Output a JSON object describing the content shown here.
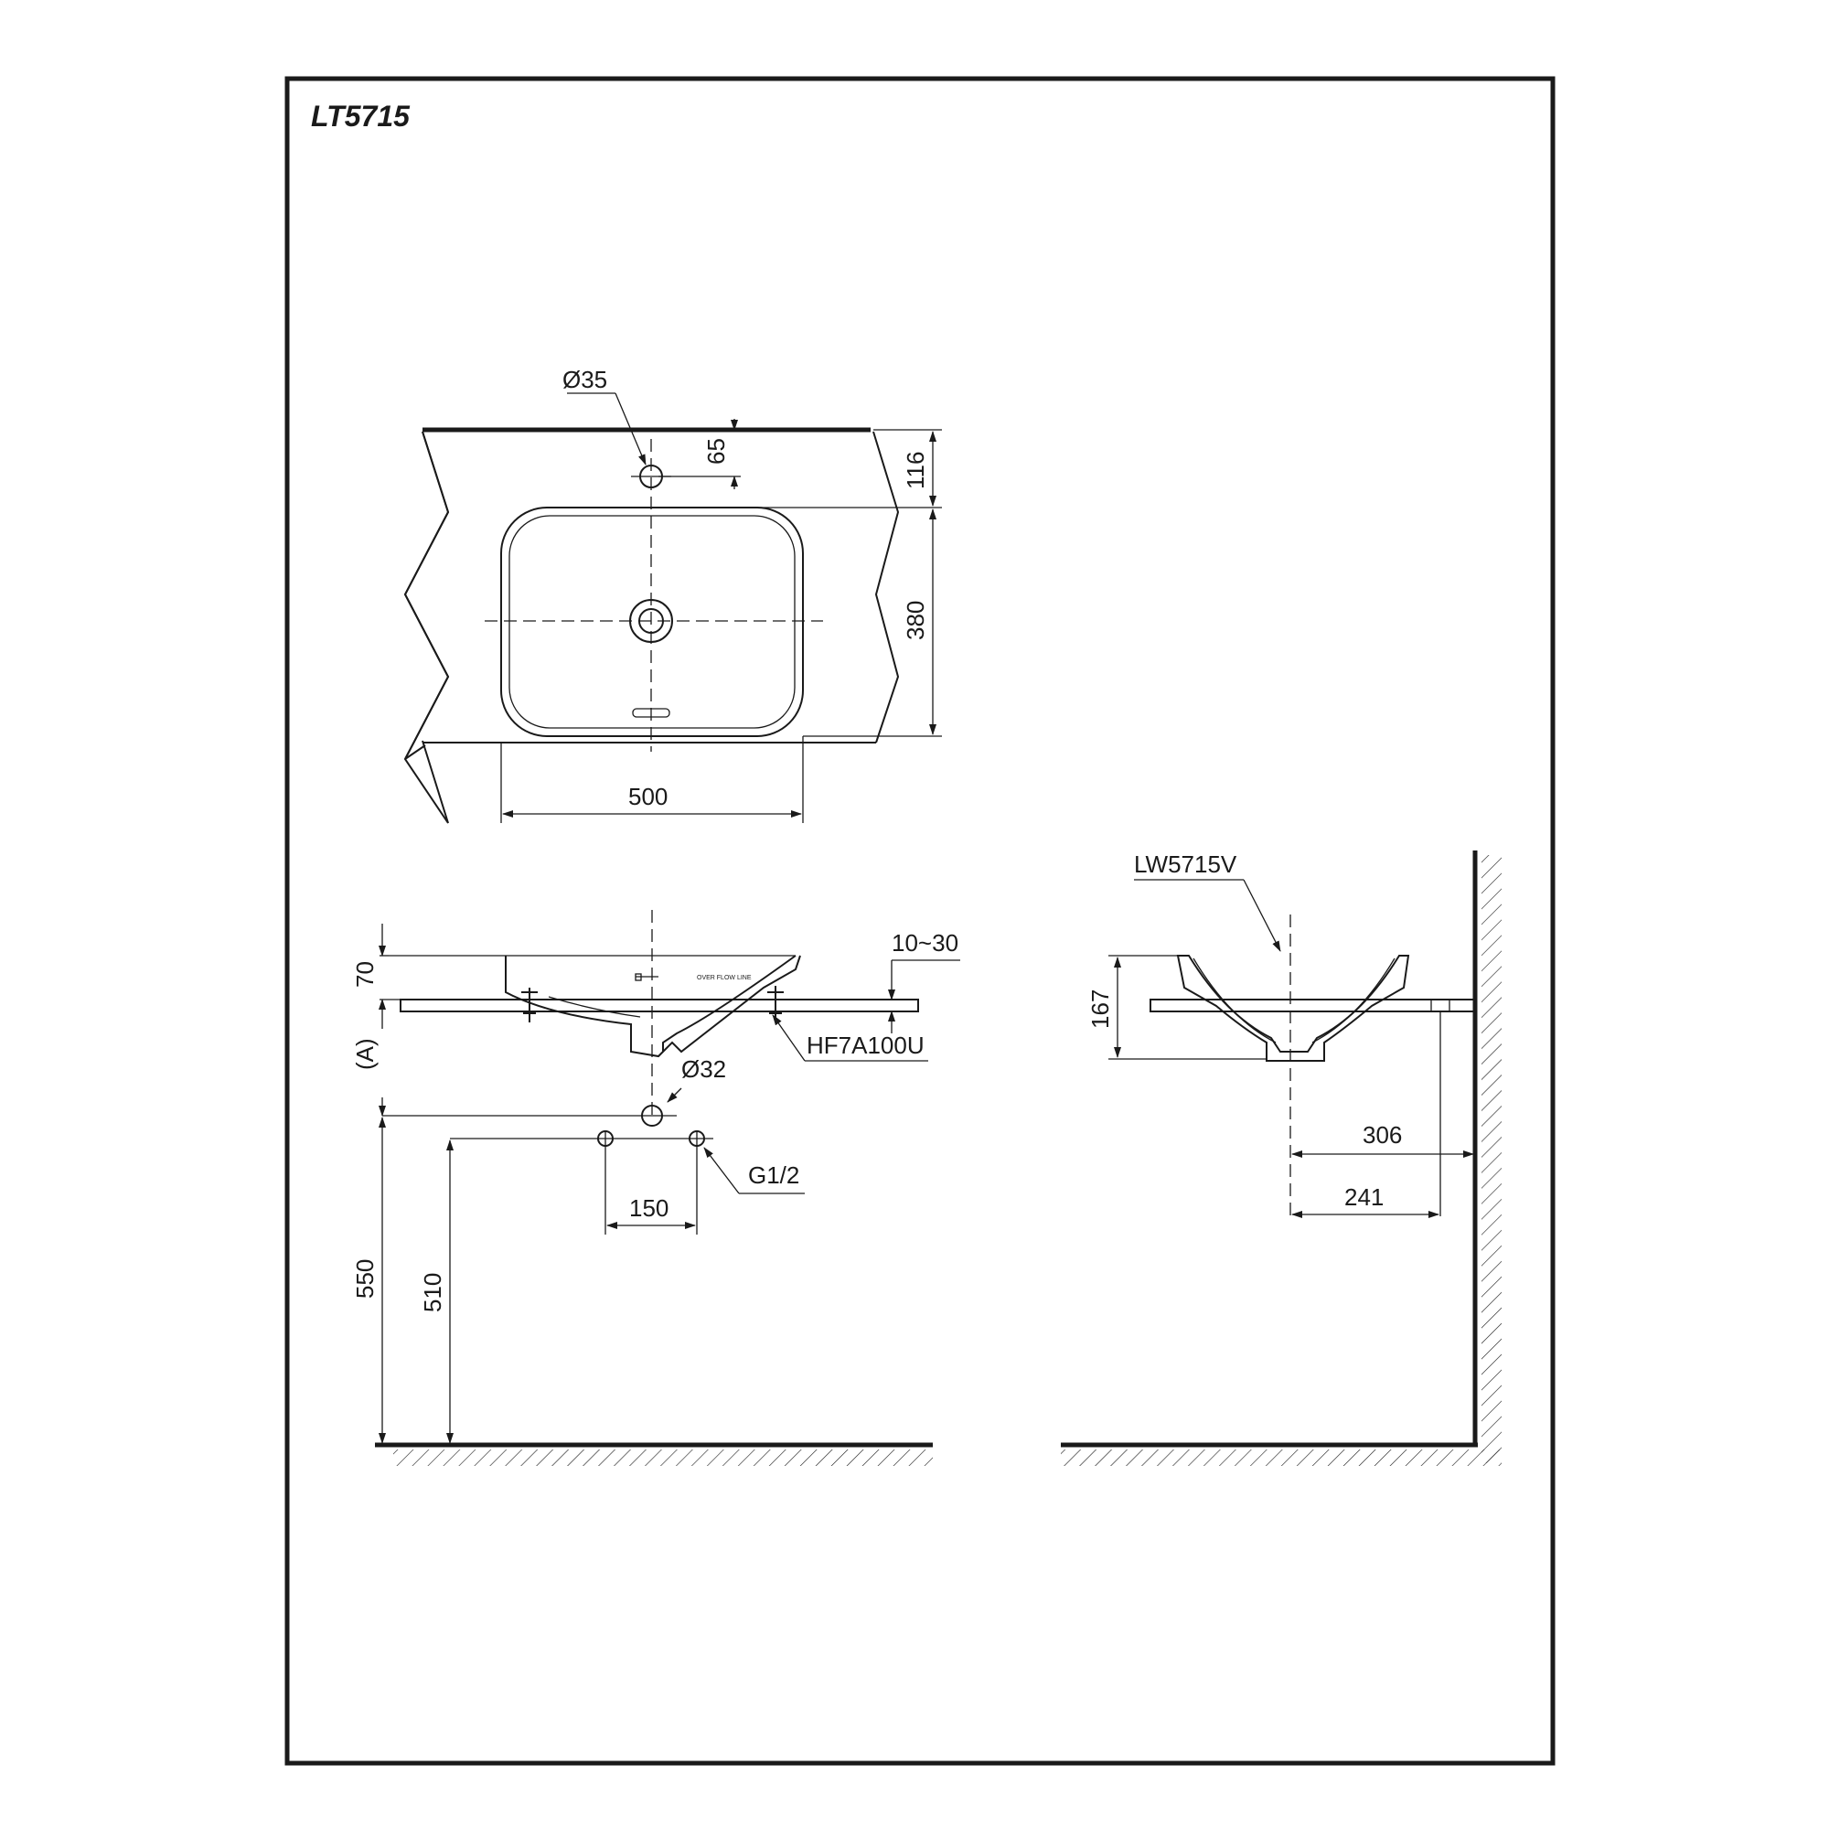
{
  "title": "LT5715",
  "top_view": {
    "hole_dia": "Ø35",
    "dim_hole_offset": "65",
    "dim_edge_to_bowl": "116",
    "dim_bowl_depth": "380",
    "dim_bowl_width": "500"
  },
  "front_view": {
    "dim_rim_height": "70",
    "dim_counter_thickness": "10~30",
    "fitting_label": "HF7A100U",
    "dim_a": "(A)",
    "drain_dia": "Ø32",
    "supply_label": "G1/2",
    "dim_supply_spacing": "150",
    "dim_drain_height": "550",
    "dim_supply_height": "510",
    "overflow_label": "OVER FLOW LINE"
  },
  "side_view": {
    "model_label": "LW5715V",
    "dim_height": "167",
    "dim_wall_to_center": "306",
    "dim_wall_to_drain": "241"
  }
}
